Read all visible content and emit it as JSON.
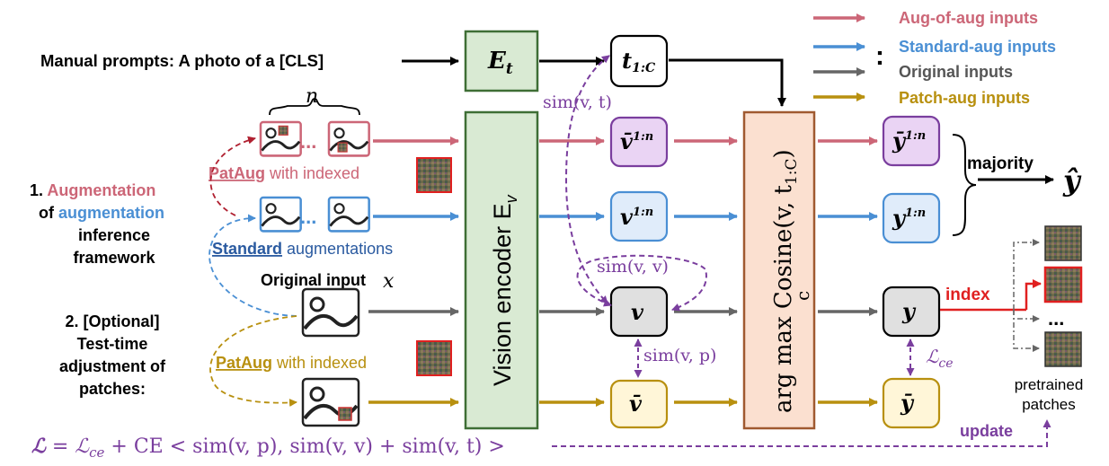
{
  "colors": {
    "aug_of_aug": "#cc6677",
    "standard": "#4a8fd4",
    "original": "#666666",
    "patch": "#b8900f",
    "purple": "#7a3e9e",
    "encoder_fill": "#d9ead3",
    "encoder_stroke": "#3e6e35",
    "cosine_fill": "#fbe0d0",
    "cosine_stroke": "#a05a30",
    "index_red": "#e02020"
  },
  "legend": [
    {
      "key": "aug_of_aug",
      "label": "Aug-of-aug inputs"
    },
    {
      "key": "standard",
      "label": "Standard-aug inputs"
    },
    {
      "key": "original",
      "label": "Original inputs"
    },
    {
      "key": "patch",
      "label": "Patch-aug inputs"
    }
  ],
  "legend_colon": ":",
  "prompt": {
    "label": "Manual prompts: A photo of a [CLS]"
  },
  "text_encoder": {
    "label": "E",
    "sub": "t"
  },
  "vision_encoder": {
    "label": "Vision encoder E",
    "sub": "v"
  },
  "cosine": {
    "label": "arg max Cosine(v, t",
    "sub": "1:C",
    "close": ")",
    "under": "c"
  },
  "nodes": {
    "t": {
      "main": "t",
      "sub": "1:C"
    },
    "v_bar_n": {
      "main": "v̄",
      "sup": "1:n"
    },
    "v_n": {
      "main": "v",
      "sup": "1:n"
    },
    "v": {
      "main": "v"
    },
    "v_bar": {
      "main": "v̄"
    },
    "y_bar_n": {
      "main": "ȳ",
      "sup": "1:n"
    },
    "y_n": {
      "main": "y",
      "sup": "1:n"
    },
    "y": {
      "main": "y"
    },
    "y_bar": {
      "main": "ȳ"
    }
  },
  "n_label": "n",
  "sim_labels": {
    "vt": "sim(v, t)",
    "vv": "sim(v, v)",
    "vp": "sim(v, p)",
    "lce": "ℒ",
    "lce_sub": "ce"
  },
  "majority": "majority",
  "y_hat": "ŷ",
  "index": "index",
  "ellipsis": "...",
  "pretrained_patches": [
    "pretrained",
    "patches"
  ],
  "update": "update",
  "left_text": {
    "aug_title": [
      "1. ",
      "Augmentation",
      "of ",
      "augmentation",
      "inference",
      "framework"
    ],
    "opt_title": [
      "2. [Optional]",
      "Test-time",
      "adjustment of",
      "patches:"
    ]
  },
  "pataug_top": {
    "underlined": "PatAug",
    "rest": " with indexed"
  },
  "standard_aug": {
    "underlined": "Standard",
    "rest": " augmentations"
  },
  "original_input": {
    "label": "Original input",
    "var": "x"
  },
  "pataug_bottom": {
    "underlined": "PatAug",
    "rest": " with indexed"
  },
  "loss": {
    "lhs": "ℒ",
    "eq": " = ",
    "lce": "ℒ",
    "lce_sub": "ce",
    "rest": " + CE < sim(v, p), sim(v, v) + sim(v, t) >"
  }
}
